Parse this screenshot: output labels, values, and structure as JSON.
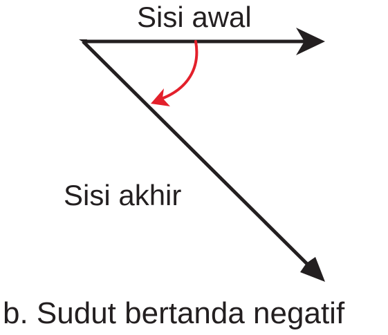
{
  "diagram": {
    "initial_side_label": "Sisi awal",
    "terminal_side_label": "Sisi akhir",
    "caption": "b. Sudut bertanda negatif",
    "colors": {
      "ray": "#231f20",
      "angle_arrow": "#e3202b",
      "background": "#ffffff"
    }
  }
}
